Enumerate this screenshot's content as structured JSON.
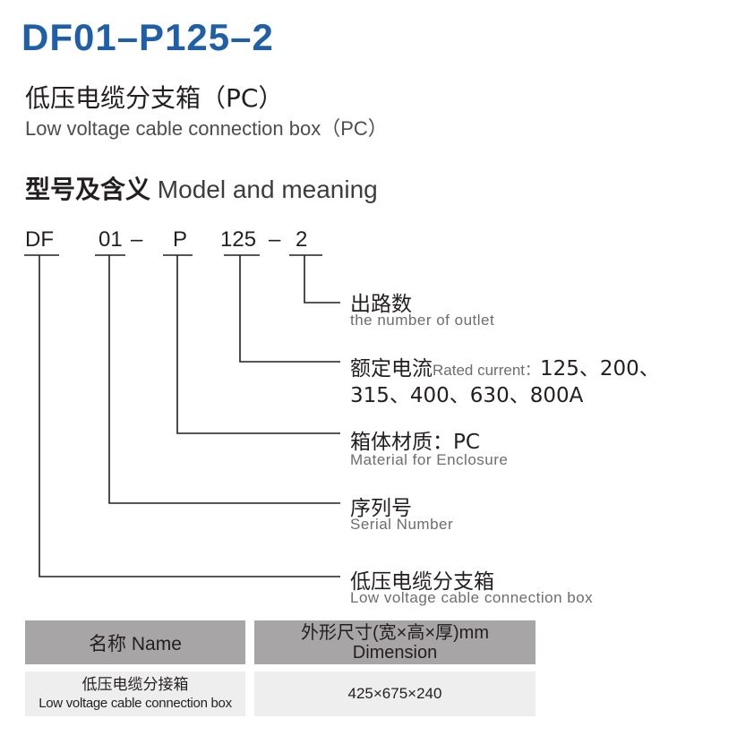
{
  "product_code": "DF01–P125–2",
  "title": {
    "cn": "低压电缆分支箱（PC）",
    "en": "Low voltage cable connection box（PC）"
  },
  "model_section": {
    "heading_cn": "型号及含义",
    "heading_en": "Model and meaning"
  },
  "code_parts": [
    "DF",
    "01",
    "–",
    "P",
    "125",
    "–",
    "2"
  ],
  "items": [
    {
      "cn": "出路数",
      "en": "the number of outlet"
    },
    {
      "cn": "额定电流",
      "en": "Rated current：",
      "values_line1": "125、200、",
      "values_line2": "315、400、630、800A"
    },
    {
      "cn": "箱体材质：PC",
      "en": "Material for Enclosure"
    },
    {
      "cn": "序列号",
      "en": "Serial Number"
    },
    {
      "cn": "低压电缆分支箱",
      "en": "Low voltage cable connection box"
    }
  ],
  "table": {
    "headers": {
      "name": "名称 Name",
      "dimension_line1": "外形尺寸(宽×高×厚)mm",
      "dimension_line2": "Dimension"
    },
    "rows": [
      {
        "name_cn": "低压电缆分接箱",
        "name_en": "Low voltage cable connection box",
        "dimension": "425×675×240"
      }
    ]
  },
  "colors": {
    "brand": "#1f5fa8",
    "header_bg": "#a7a5a6",
    "row_bg": "#eeeeee"
  }
}
